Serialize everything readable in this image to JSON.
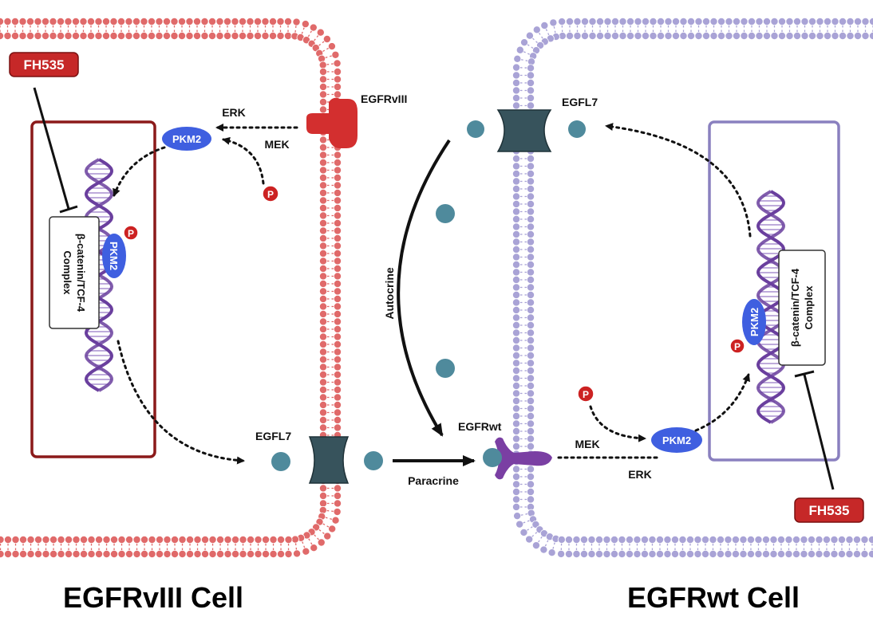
{
  "labels": {
    "fh535": "FH535",
    "pkm2": "PKM2",
    "erk": "ERK",
    "mek": "MEK",
    "phospho": "P",
    "egfrviii": "EGFRvIII",
    "egfl7": "EGFL7",
    "egfrwt": "EGFRwt",
    "complex_line1": "β-catenin/TCF-4",
    "complex_line2": "Complex",
    "autocrine": "Autocrine",
    "paracrine": "Paracrine"
  },
  "cells": {
    "left_title": "EGFRvIII Cell",
    "right_title": "EGFRwt Cell"
  },
  "colors": {
    "left_membrane": "#e06a6a",
    "right_membrane": "#a9a3d6",
    "left_nucleus_border": "#8b1a1a",
    "right_nucleus_border": "#8a80bf",
    "fh535_fill": "#c62828",
    "pkm2_fill": "#3f5fe0",
    "ligand_fill": "#4f8a9c",
    "channel_fill": "#37535c",
    "egfrviii_fill": "#d32f2f",
    "egfrwt_fill": "#7a3fa3",
    "dna": "#6a3f9e",
    "phospho_fill": "#cc2222"
  }
}
